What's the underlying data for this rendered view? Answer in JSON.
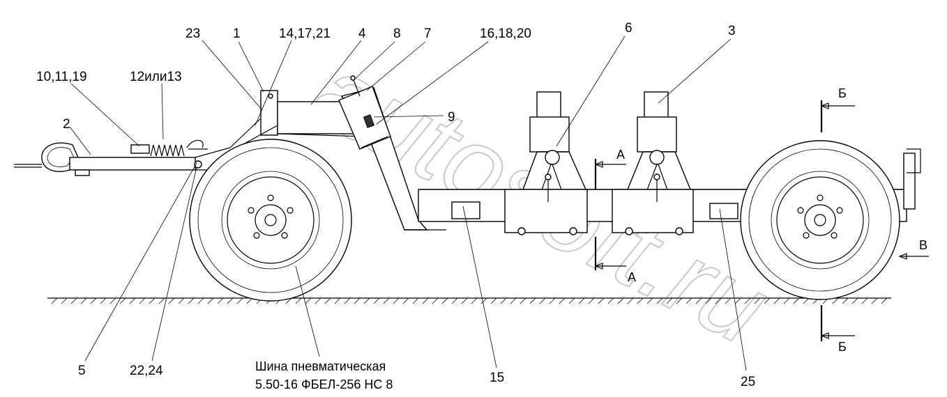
{
  "callouts": [
    {
      "id": "c23",
      "text": "23"
    },
    {
      "id": "c1",
      "text": "1"
    },
    {
      "id": "c14",
      "text": "14,17,21"
    },
    {
      "id": "c4",
      "text": "4"
    },
    {
      "id": "c8",
      "text": "8"
    },
    {
      "id": "c7",
      "text": "7"
    },
    {
      "id": "c16",
      "text": "16,18,20"
    },
    {
      "id": "c6",
      "text": "6"
    },
    {
      "id": "c3",
      "text": "3"
    },
    {
      "id": "c10",
      "text": "10,11,19"
    },
    {
      "id": "c12",
      "text": "12или13"
    },
    {
      "id": "c2",
      "text": "2"
    },
    {
      "id": "c9",
      "text": "9"
    },
    {
      "id": "c5",
      "text": "5"
    },
    {
      "id": "c22",
      "text": "22,24"
    },
    {
      "id": "c15",
      "text": "15"
    },
    {
      "id": "c25",
      "text": "25"
    }
  ],
  "tire_caption": {
    "line1": "Шина пневматическая",
    "line2": "5.50-16 ФБЕЛ-256 НС 8"
  },
  "section_marks": {
    "a_top": "А",
    "a_bottom": "А",
    "b_top": "Б",
    "b_bottom": "Б",
    "v_view": "В"
  },
  "watermark": "autosoft.ru"
}
